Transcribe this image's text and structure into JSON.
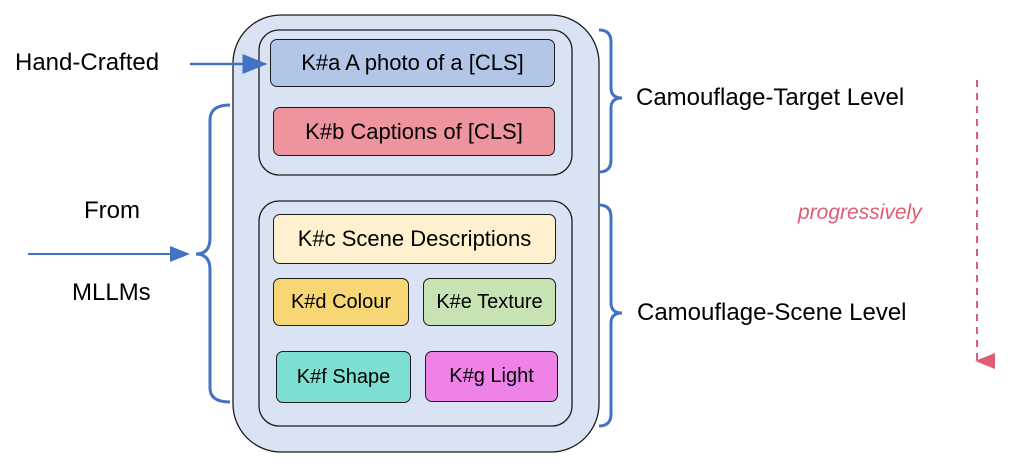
{
  "left": {
    "hand_crafted": "Hand-Crafted",
    "from": "From",
    "mllms": "MLLMs"
  },
  "boxes": {
    "a": {
      "label": "K#a A photo of a [CLS]",
      "color": "#b4c6e7"
    },
    "b": {
      "label": "K#b Captions of [CLS]",
      "color": "#ee949e"
    },
    "c": {
      "label": "K#c Scene Descriptions",
      "color": "#fff1d0"
    },
    "d": {
      "label": "K#d Colour",
      "color": "#f6d675"
    },
    "e": {
      "label": "K#e Texture",
      "color": "#c8e3b3"
    },
    "f": {
      "label": "K#f Shape",
      "color": "#7ddfd2"
    },
    "g": {
      "label": "K#g Light",
      "color": "#ee82e7"
    }
  },
  "right": {
    "target_level": "Camouflage-Target Level",
    "scene_level": "Camouflage-Scene Level",
    "progressively": "progressively"
  },
  "colors": {
    "container_fill": "#dae3f3",
    "accent_blue": "#4472c4",
    "accent_red": "#de5c74"
  }
}
